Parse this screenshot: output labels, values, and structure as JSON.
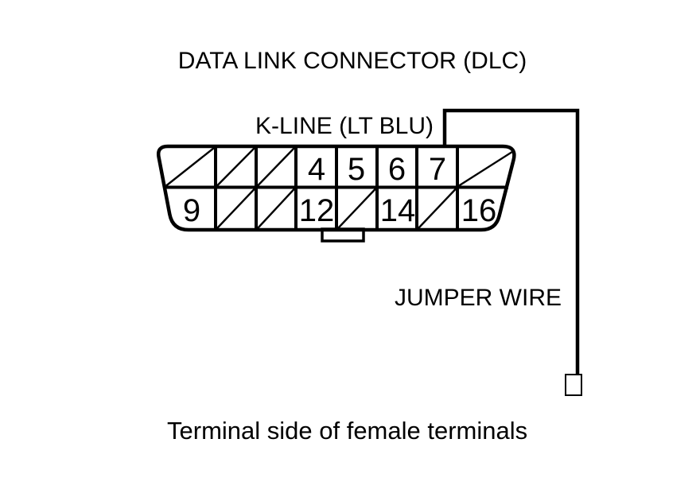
{
  "title": "DATA LINK CONNECTOR (DLC)",
  "labels": {
    "k_line": "K-LINE (LT BLU)",
    "jumper_wire": "JUMPER WIRE",
    "caption": "Terminal side of female terminals"
  },
  "connector": {
    "pins": {
      "top": [
        "",
        "",
        "",
        "4",
        "5",
        "6",
        "7",
        ""
      ],
      "bottom": [
        "9",
        "",
        "",
        "12",
        "",
        "14",
        "",
        "16"
      ]
    },
    "crossed_cells": {
      "top_positions": [
        1,
        2,
        3,
        8
      ],
      "bottom_positions": [
        10,
        11,
        13,
        15
      ]
    },
    "jumper_wire_connects_to_pin": "7"
  },
  "colors": {
    "ink": "#000000",
    "background": "#ffffff"
  }
}
